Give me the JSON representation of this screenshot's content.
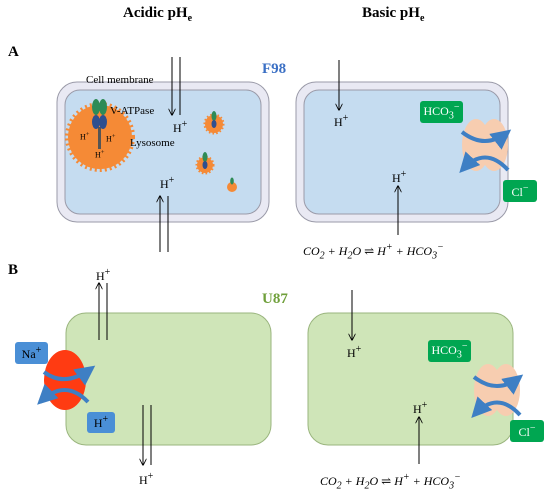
{
  "headers": {
    "acidic": "Acidic pH",
    "acidic_sub": "e",
    "basic": "Basic pH",
    "basic_sub": "e"
  },
  "panels": {
    "a": {
      "letter": "A",
      "cell_line": "F98",
      "cell_line_color": "#3a6fc4"
    },
    "b": {
      "letter": "B",
      "cell_line": "U87",
      "cell_line_color": "#6f9f3a"
    }
  },
  "labels": {
    "cell_membrane": "Cell membrane",
    "v_atpase": "V-ATPase",
    "lysosome": "Lysosome"
  },
  "ions": {
    "h": "H",
    "plus": "+",
    "minus": "−",
    "bicarbonate": "HCO",
    "bicarbonate_sub": "3",
    "chloride": "Cl",
    "sodium": "Na"
  },
  "equation": {
    "co2": "CO",
    "co2_sub": "2",
    "h2o_h": "H",
    "h2o_sub": "2",
    "h2o_o": "O",
    "h": "H",
    "hco": "HCO",
    "hco_sub": "3",
    "plus_sign": "+",
    "equilibrium": "⇌"
  },
  "colors": {
    "f98_fill": "#c5dcf0",
    "u87_fill": "#cfe5b8",
    "membrane_outer": "#e9e9f3",
    "lysosome": "#f58a36",
    "transporter_exchanger": "#f7cdb0",
    "transporter_nhe": "#ff3b12",
    "box_green": "#00a651",
    "box_blue": "#4a8fd6",
    "swirl": "#3e7fc4"
  }
}
